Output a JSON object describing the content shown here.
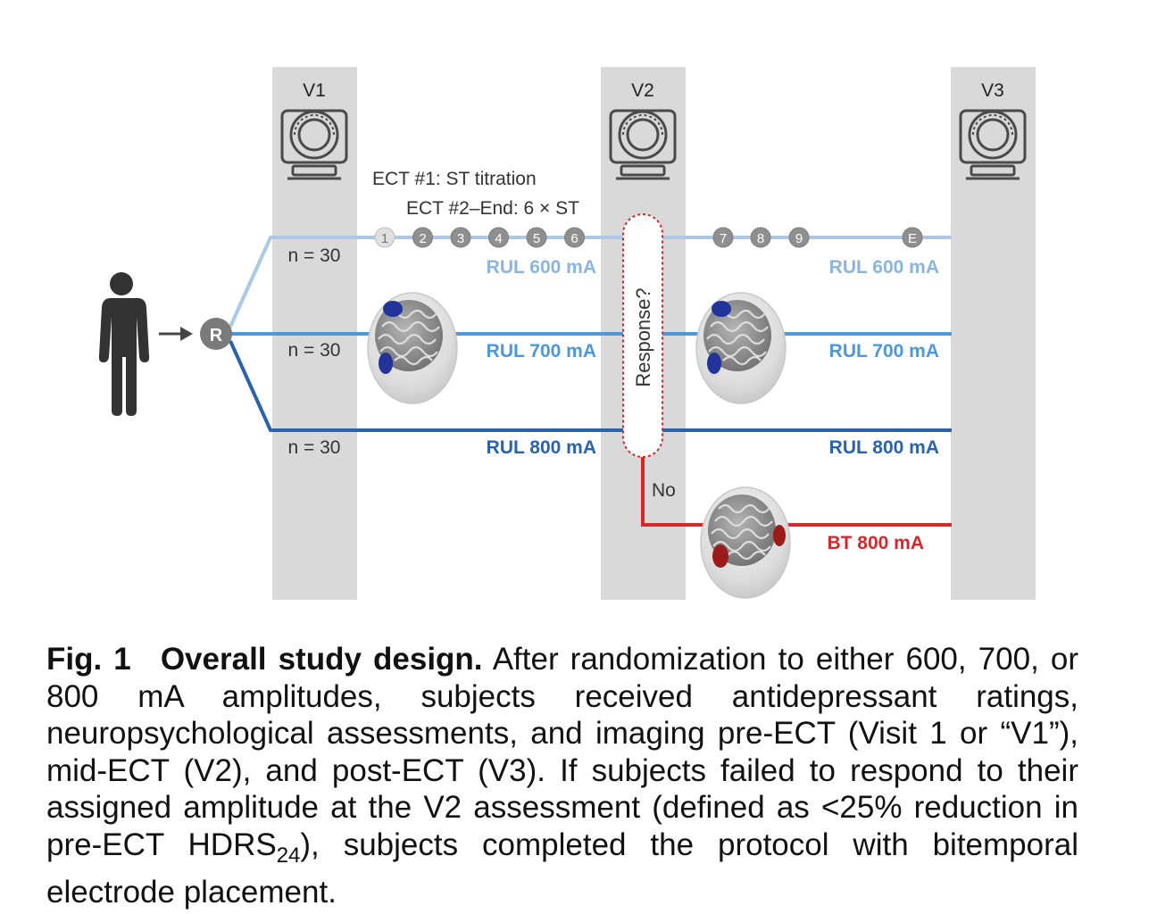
{
  "visits": [
    {
      "label": "V1",
      "icon": "mri-scanner-icon"
    },
    {
      "label": "V2",
      "icon": "mri-scanner-icon"
    },
    {
      "label": "V3",
      "icon": "mri-scanner-icon"
    }
  ],
  "randomize_label": "R",
  "ect_notes": {
    "line1": "ECT #1: ST titration",
    "line2": "ECT #2–End: 6 × ST"
  },
  "session_markers_pre": [
    "1",
    "2",
    "3",
    "4",
    "5",
    "6"
  ],
  "session_markers_post": [
    "7",
    "8",
    "9",
    "E"
  ],
  "arms": [
    {
      "n": "n = 30",
      "label_pre": "RUL 600 mA",
      "label_post": "RUL 600 mA",
      "color": "#a9c9e6"
    },
    {
      "n": "n = 30",
      "label_pre": "RUL 700 mA",
      "label_post": "RUL 700 mA",
      "color": "#4d98d6"
    },
    {
      "n": "n = 30",
      "label_pre": "RUL 800 mA",
      "label_post": "RUL 800 mA",
      "color": "#2a63ad"
    }
  ],
  "response_label": "Response?",
  "no_label": "No",
  "bt_arm": {
    "label": "BT 800 mA",
    "color": "#d6282b"
  },
  "caption": {
    "fig_label": "Fig. 1",
    "title": "Overall study design.",
    "text": "After randomization to either 600, 700, or 800 mA amplitudes, subjects received antidepressant ratings, neuropsychological assessments, and imaging pre-ECT (Visit 1 or “V1”), mid-ECT (V2), and post-ECT (V3). If subjects failed to respond to their assigned amplitude at the V2 assessment (defined as <25% reduction in pre-ECT HDRS",
    "subscript": "24",
    "text_end": "), subjects completed the protocol with bitemporal electrode placement."
  },
  "colors": {
    "visit_band": "#d9d9d9",
    "marker_dark": "#8f8f8f",
    "marker_light": "#e0e0e0",
    "person": "#333333",
    "electrode_blue": "#22339a",
    "electrode_red": "#9b1b1b"
  }
}
